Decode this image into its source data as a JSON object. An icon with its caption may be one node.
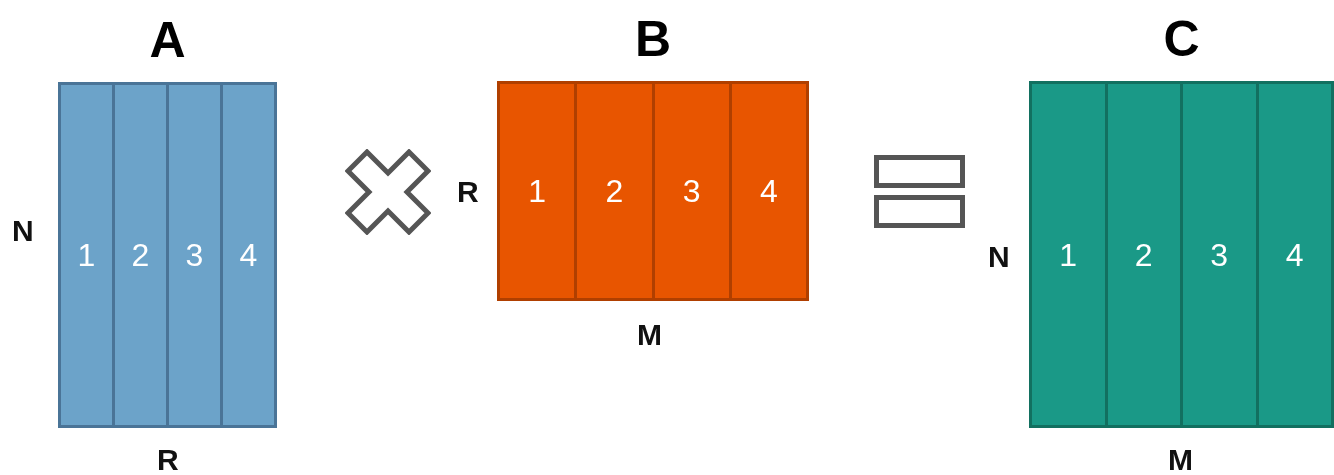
{
  "diagram": {
    "nodes": [
      {
        "text": [
          "A"
        ],
        "beside": [
          "N",
          "R"
        ]
      },
      {
        "text": [
          "1"
        ],
        "in": 0
      },
      {
        "text": [
          "2"
        ],
        "in": 0
      },
      {
        "text": [
          "3"
        ],
        "in": 0
      },
      {
        "text": [
          "4"
        ],
        "in": 0
      },
      {
        "text": [
          "B"
        ],
        "beside": [
          "R",
          "M"
        ]
      },
      {
        "text": [
          "1"
        ],
        "in": 5
      },
      {
        "text": [
          "2"
        ],
        "in": 5
      },
      {
        "text": [
          "3"
        ],
        "in": 5
      },
      {
        "text": [
          "4"
        ],
        "in": 5
      },
      {
        "text": [
          "C"
        ],
        "beside": [
          "N",
          "M"
        ]
      },
      {
        "text": [
          "1"
        ],
        "in": 10
      },
      {
        "text": [
          "2"
        ],
        "in": 10
      },
      {
        "text": [
          "3"
        ],
        "in": 10
      },
      {
        "text": [
          "4"
        ],
        "in": 10
      }
    ],
    "edges": []
  }
}
